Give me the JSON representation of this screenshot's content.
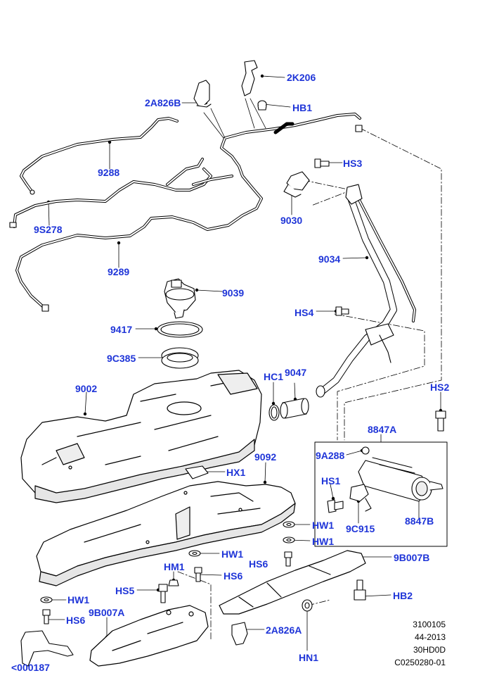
{
  "colors": {
    "callout_text": "#1f35d8",
    "line": "#000000",
    "part_fill": "#ffffff",
    "part_shade": "#d8d8d8"
  },
  "callouts": {
    "2K206": "2K206",
    "HB1": "HB1",
    "2A826B": "2A826B",
    "9288": "9288",
    "HS3": "HS3",
    "9S278": "9S278",
    "9030": "9030",
    "9289": "9289",
    "9034": "9034",
    "9039": "9039",
    "HS4": "HS4",
    "9417": "9417",
    "9C385": "9C385",
    "HC1": "HC1",
    "9047": "9047",
    "9002": "9002",
    "HS2": "HS2",
    "8847A": "8847A",
    "9092": "9092",
    "9A288": "9A288",
    "HX1": "HX1",
    "HS1": "HS1",
    "8847B": "8847B",
    "9C915": "9C915",
    "HW1_a": "HW1",
    "HW1_b": "HW1",
    "HW1_c": "HW1",
    "HW1_d": "HW1",
    "HS6_a": "HS6",
    "HS6_b": "HS6",
    "HS6_c": "HS6",
    "9B007B": "9B007B",
    "HM1": "HM1",
    "HS5": "HS5",
    "HB2": "HB2",
    "9B007A": "9B007A",
    "2A826A": "2A826A",
    "HN1": "HN1",
    "000187": "<000187"
  },
  "reference": {
    "code": "3100105",
    "date": "44-2013",
    "model": "30HD0D",
    "drawing": "C0250280-01"
  }
}
